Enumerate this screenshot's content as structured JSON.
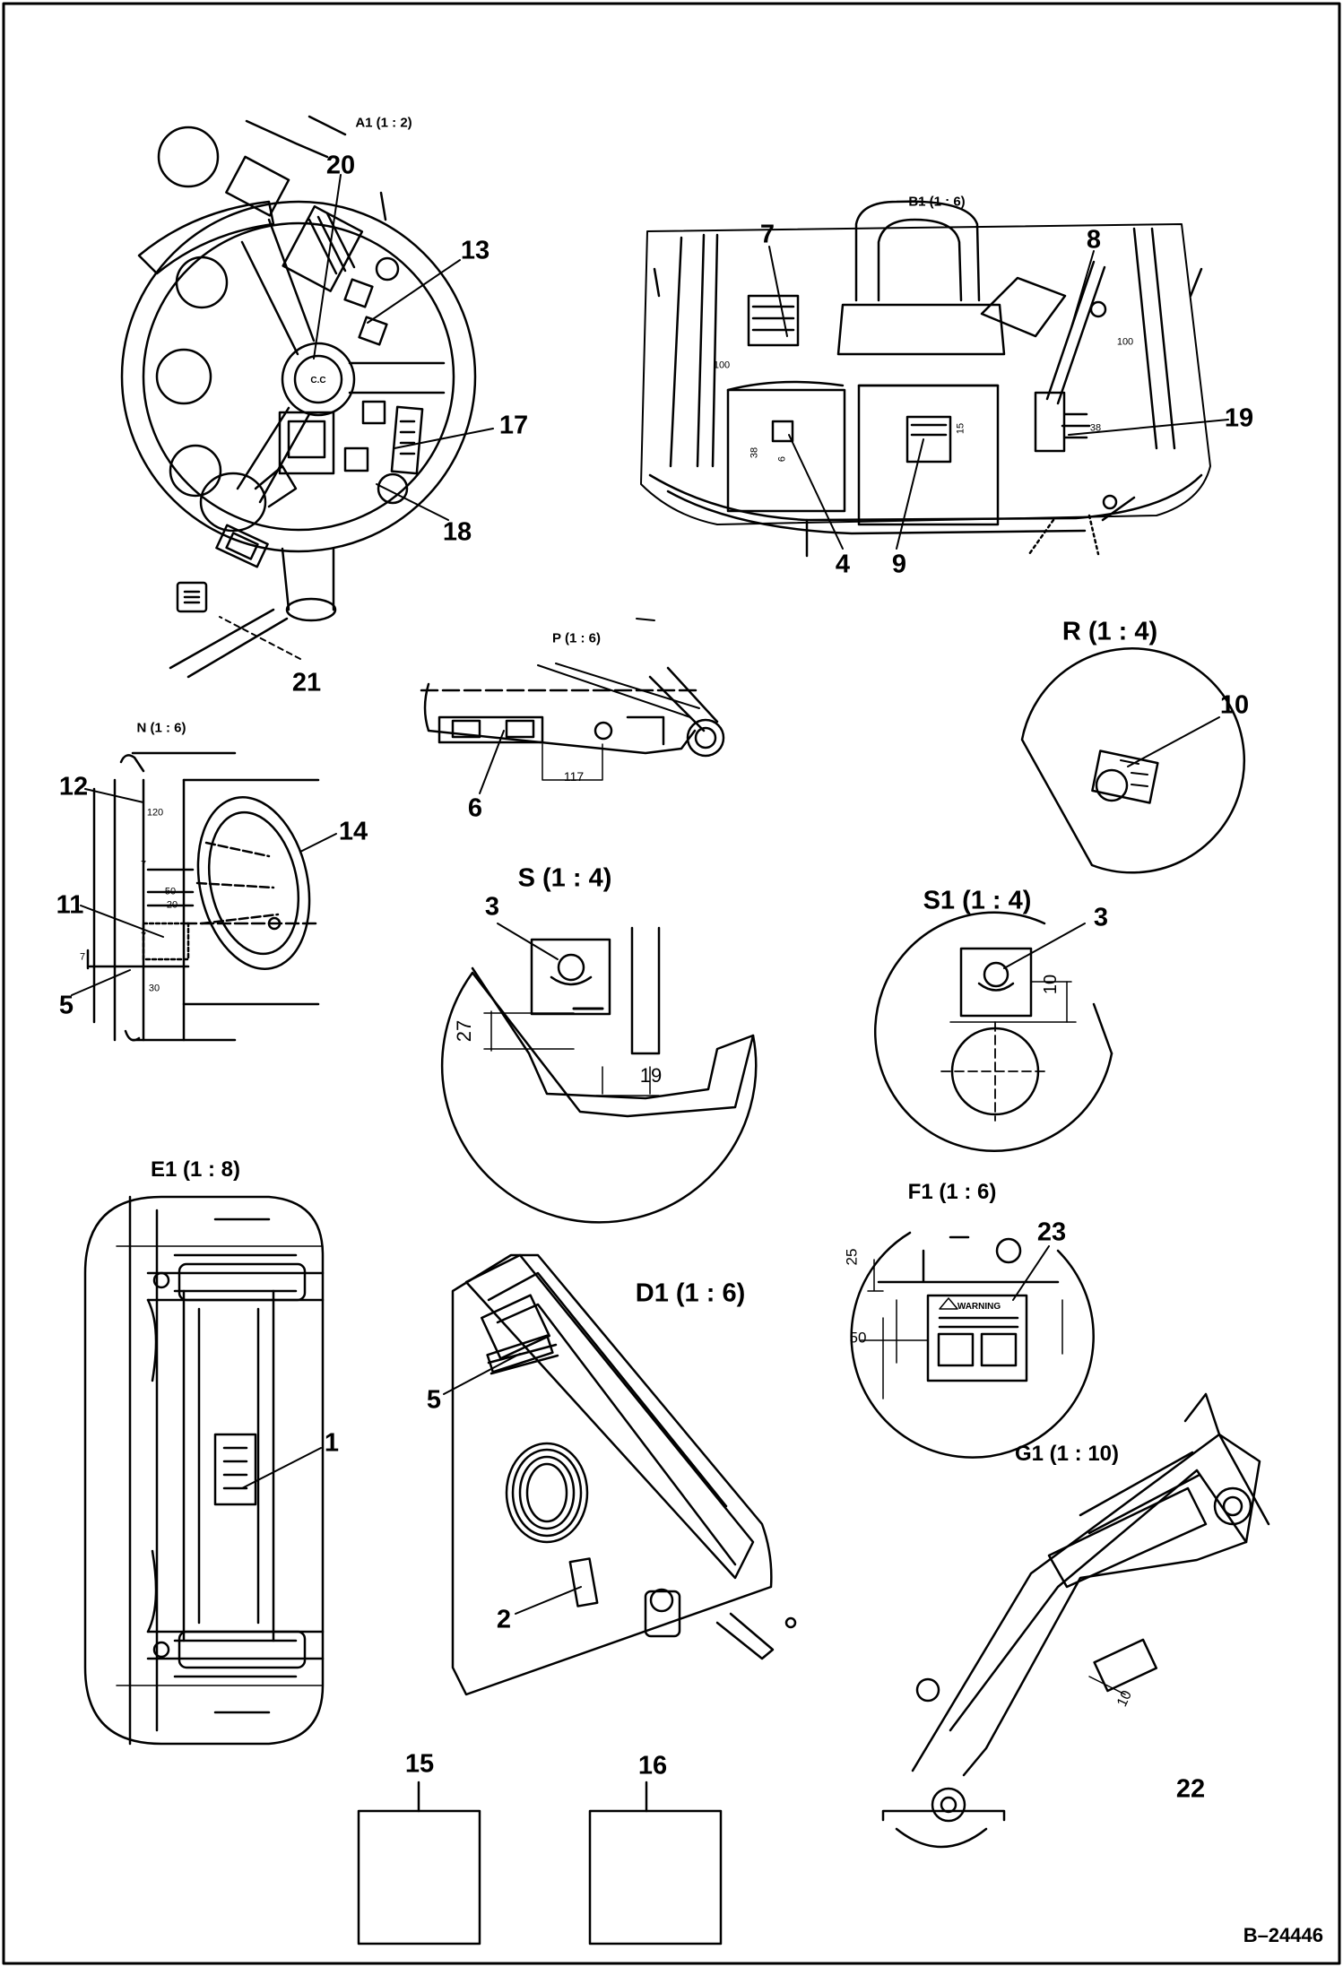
{
  "views": {
    "a1": "A1 (1 : 2)",
    "b1": "B1 (1 : 6)",
    "p": "P (1 : 6)",
    "r": "R (1 : 4)",
    "n": "N (1 : 6)",
    "s": "S (1 : 4)",
    "s1": "S1 (1 : 4)",
    "e1": "E1 (1 : 8)",
    "d1": "D1 (1 : 6)",
    "f1": "F1 (1 : 6)",
    "g1": "G1 (1 : 10)"
  },
  "callouts": {
    "c1": "1",
    "c2": "2",
    "c3a": "3",
    "c3b": "3",
    "c4": "4",
    "c5a": "5",
    "c5b": "5",
    "c6": "6",
    "c7": "7",
    "c8": "8",
    "c9": "9",
    "c10": "10",
    "c11": "11",
    "c12": "12",
    "c13": "13",
    "c14": "14",
    "c15": "15",
    "c16": "16",
    "c17": "17",
    "c18": "18",
    "c19": "19",
    "c20": "20",
    "c21": "21",
    "c22": "22",
    "c23": "23"
  },
  "dimensions": {
    "s_27": "27",
    "s_19": "19",
    "s1_10": "10",
    "p_117": "117",
    "f1_25": "25",
    "f1_50": "50",
    "g1_10": "10",
    "n_120": "120",
    "n_7a": "7",
    "n_50": "50",
    "n_20": "20",
    "n_7b": "7",
    "n_7c": "7",
    "n_30": "30",
    "b1_100a": "100",
    "b1_38a": "38",
    "b1_6": "6",
    "b1_15": "15",
    "b1_100b": "100",
    "b1_38b": "38"
  },
  "decal_text": {
    "warning": "WARNING"
  },
  "document_number": "B–24446"
}
